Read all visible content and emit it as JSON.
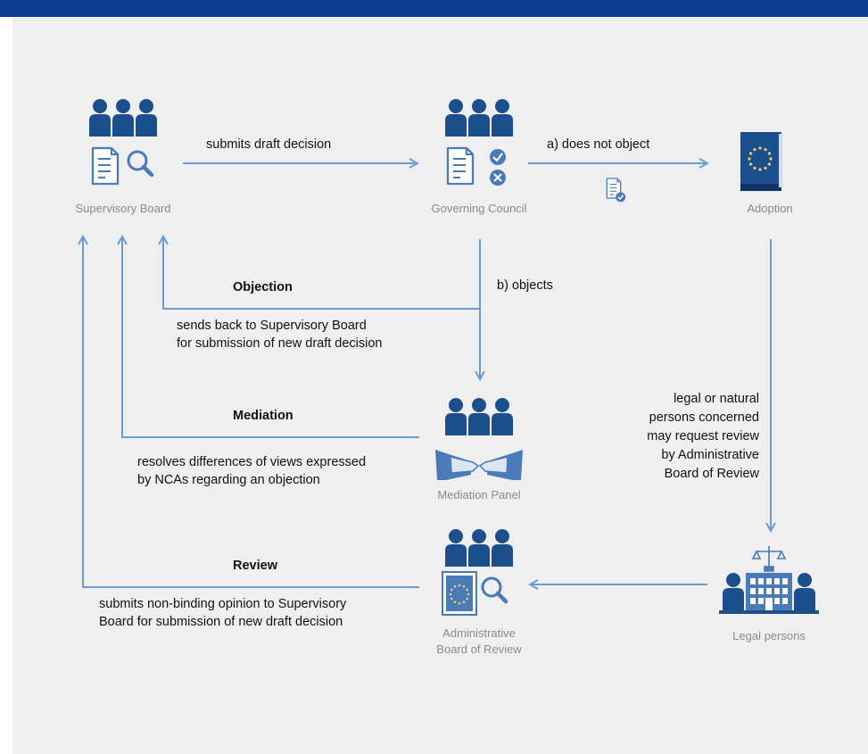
{
  "colors": {
    "header": "#0d3d91",
    "panel": "#efefef",
    "icon": "#1c4f8e",
    "arrow": "#6a9cd3",
    "doc": "#4a7ab8"
  },
  "nodes": {
    "supervisory_board": "Supervisory Board",
    "governing_council": "Governing Council",
    "adoption": "Adoption",
    "mediation_panel": "Mediation Panel",
    "admin_board_line1": "Administrative",
    "admin_board_line2": "Board of Review",
    "legal_persons": "Legal persons"
  },
  "edges": {
    "submits": "submits draft decision",
    "not_object": "a) does not object",
    "objects": "b) objects",
    "objection_title": "Objection",
    "objection_text_1": "sends back to Supervisory Board",
    "objection_text_2": "for submission of new draft decision",
    "mediation_title": "Mediation",
    "mediation_text_1": "resolves differences of views expressed",
    "mediation_text_2": "by NCAs regarding an objection",
    "legal_1": "legal or natural",
    "legal_2": "persons concerned",
    "legal_3": "may request review",
    "legal_4": "by Administrative",
    "legal_5": "Board of Review",
    "review_title": "Review",
    "review_text_1": "submits non-binding opinion to Supervisory",
    "review_text_2": "Board for submission of new draft decision"
  },
  "icons": [
    "people-group-icon",
    "document-search-icon",
    "document-approve-reject-icon",
    "eu-book-icon",
    "document-check-icon",
    "handshake-icon",
    "eu-document-search-icon",
    "court-building-icon",
    "scales-icon"
  ]
}
